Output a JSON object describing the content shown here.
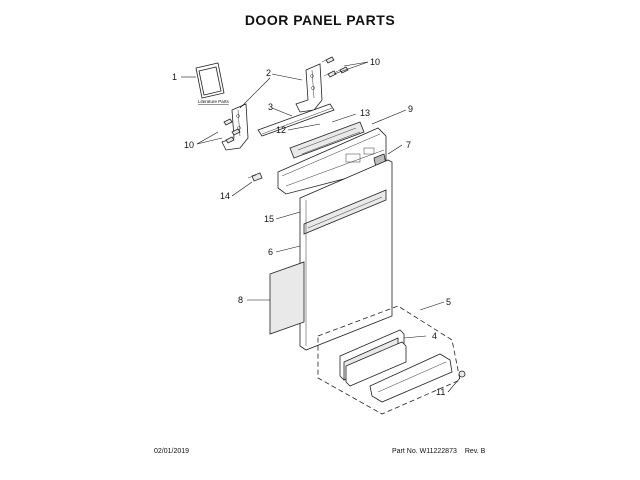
{
  "title": "DOOR PANEL PARTS",
  "literature_label": "Literature Parts",
  "callouts": {
    "c1": "1",
    "c2": "2",
    "c3": "3",
    "c4": "4",
    "c5": "5",
    "c6": "6",
    "c7": "7",
    "c8": "8",
    "c9": "9",
    "c10a": "10",
    "c10b": "10",
    "c11": "11",
    "c12": "12",
    "c13": "13",
    "c14": "14",
    "c15": "15"
  },
  "footer": {
    "date": "02/01/2019",
    "part_no": "Part No.  W11222873",
    "rev": "Rev. B"
  }
}
